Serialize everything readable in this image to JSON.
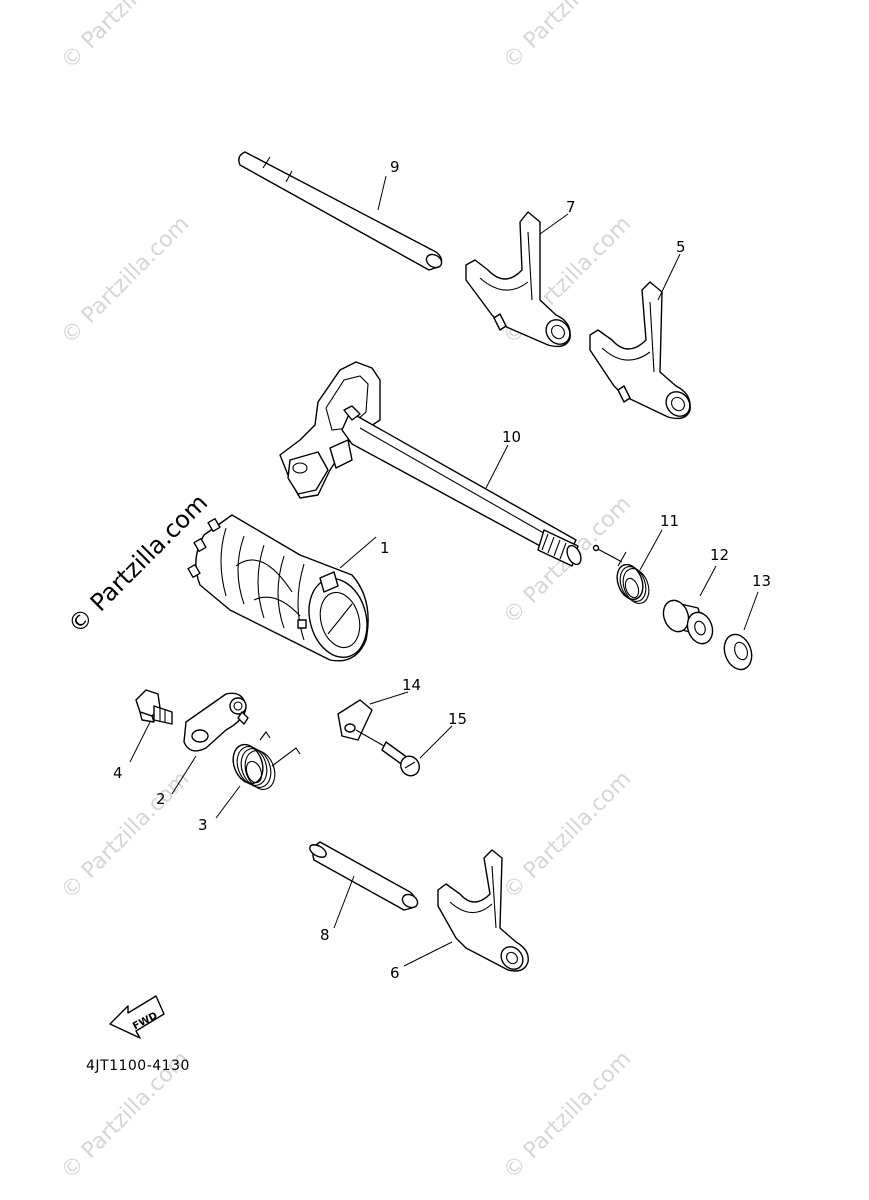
{
  "diagram_code": "4JT1100-4130",
  "fwd_label": "FWD",
  "watermark": {
    "text": "© Partzilla.com"
  },
  "callouts": [
    "1",
    "2",
    "3",
    "4",
    "5",
    "6",
    "7",
    "8",
    "9",
    "10",
    "11",
    "12",
    "13",
    "14",
    "15"
  ]
}
